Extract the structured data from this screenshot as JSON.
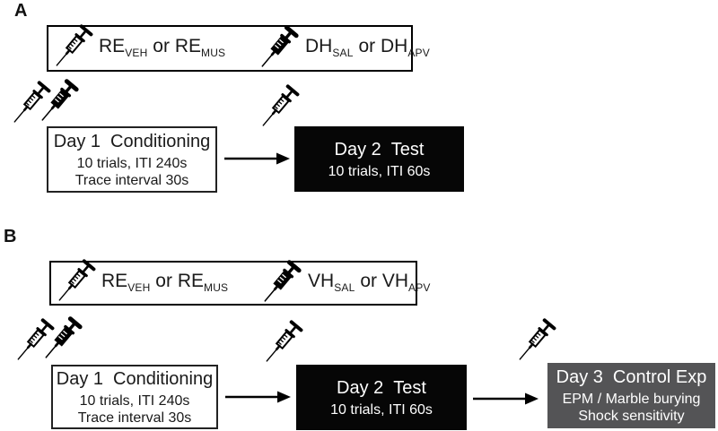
{
  "panel_a": {
    "label": "A",
    "legend": {
      "group1": {
        "t1": "RE",
        "s1": "VEH",
        "or": " or ",
        "t2": "RE",
        "s2": "MUS"
      },
      "group2": {
        "t1": "DH",
        "s1": "SAL",
        "or": " or ",
        "t2": "DH",
        "s2": "APV"
      }
    },
    "day1": {
      "day": "Day 1",
      "title": "Conditioning",
      "line1": "10 trials, ITI 240s",
      "line2": "Trace interval 30s"
    },
    "day2": {
      "day": "Day 2",
      "title": "Test",
      "line1": "10 trials, ITI 60s"
    }
  },
  "panel_b": {
    "label": "B",
    "legend": {
      "group1": {
        "t1": "RE",
        "s1": "VEH",
        "or": " or ",
        "t2": "RE",
        "s2": "MUS"
      },
      "group2": {
        "t1": "VH",
        "s1": "SAL",
        "or": " or ",
        "t2": "VH",
        "s2": "APV"
      }
    },
    "day1": {
      "day": "Day 1",
      "title": "Conditioning",
      "line1": "10 trials, ITI 240s",
      "line2": "Trace interval 30s"
    },
    "day2": {
      "day": "Day 2",
      "title": "Test",
      "line1": "10 trials, ITI 60s"
    },
    "day3": {
      "day": "Day 3",
      "title": "Control Exp",
      "line1": "EPM / Marble burying",
      "line2": "Shock sensitivity"
    }
  },
  "icons": {
    "white_syringe": "syringe-outline-icon",
    "black_syringe": "syringe-filled-icon",
    "arrow": "arrow-right-icon"
  },
  "colors": {
    "background": "#ffffff",
    "box_border": "#000000",
    "conditioning_box": "#ffffff",
    "test_box": "#060606",
    "control_box": "#545456",
    "text_on_dark": "#ffffff",
    "text": "#1a1a1a"
  }
}
